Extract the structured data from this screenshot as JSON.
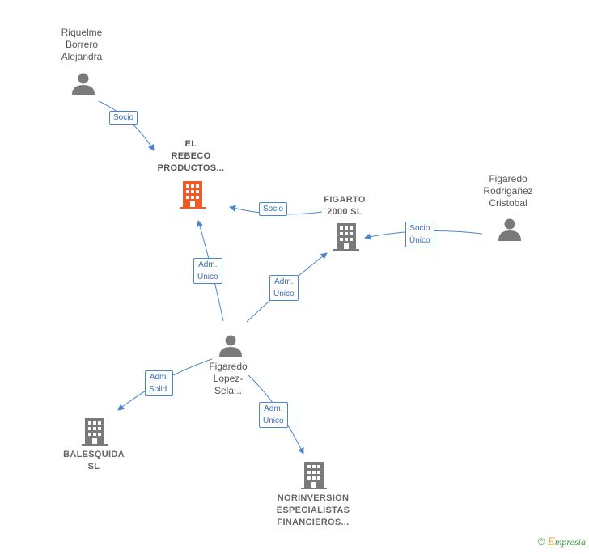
{
  "nodes": {
    "riquelme": "Riquelme\nBorrero\nAlejandra",
    "el_rebeco": "EL\nREBECO\nPRODUCTOS...",
    "figarto": "FIGARTO\n2000  SL",
    "figaredo_rodriganez": "Figaredo\nRodrigañez\nCristobal",
    "figaredo_lopez": "Figaredo\nLopez-\nSela...",
    "balesquida": "BALESQUIDA\nSL",
    "norinversion": "NORINVERSION\nESPECIALISTAS\nFINANCIEROS..."
  },
  "edges": {
    "riquelme_rebeco": "Socio",
    "figarto_rebeco": "Socio",
    "rodriganez_figarto": "Socio\nÚnico",
    "lopez_rebeco": "Adm.\nUnico",
    "lopez_figarto": "Adm.\nUnico",
    "lopez_balesquida": "Adm.\nSolid.",
    "lopez_norinversion": "Adm.\nUnico"
  },
  "brand": {
    "copyright": "©",
    "initial": "E",
    "name": "mpresia"
  },
  "colors": {
    "edge": "#4a86d0",
    "person": "#7a7a7a",
    "company": "#7a7a7a",
    "focus_company": "#f05a28"
  }
}
